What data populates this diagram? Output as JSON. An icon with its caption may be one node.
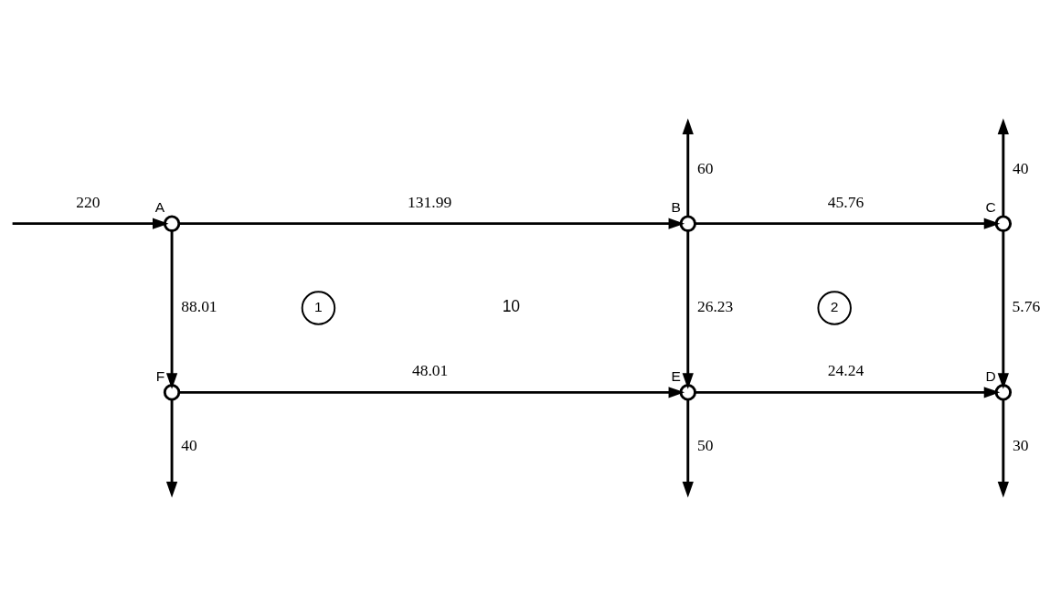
{
  "diagram": {
    "nodes": [
      {
        "text": [],
        "shape": "circle",
        "beside": [
          "A"
        ]
      },
      {
        "text": [],
        "shape": "circle",
        "beside": [
          "B"
        ]
      },
      {
        "text": [],
        "shape": "circle",
        "beside": [
          "C"
        ]
      },
      {
        "text": [
          "1"
        ]
      },
      {
        "text": [
          "2"
        ]
      },
      {
        "text": [],
        "shape": "circle",
        "beside": [
          "F"
        ]
      },
      {
        "text": [],
        "shape": "circle",
        "beside": [
          "E"
        ]
      },
      {
        "text": [],
        "shape": "circle",
        "beside": [
          "D"
        ]
      }
    ],
    "edges": [
      {
        "from": 0,
        "to": 1,
        "arrow": "to",
        "label": "131.99"
      },
      {
        "from": 1,
        "to": 2,
        "arrow": "to",
        "label": "45.76"
      },
      {
        "from": 0,
        "to": 5,
        "arrow": "to",
        "label": "88.01"
      },
      {
        "from": 1,
        "to": 6,
        "arrow": "to",
        "label": "26.23"
      },
      {
        "from": 2,
        "to": 7,
        "arrow": "to",
        "label": "5.76"
      },
      {
        "from": 5,
        "to": 6,
        "arrow": "to",
        "label": "48.01"
      },
      {
        "from": 6,
        "to": 7,
        "arrow": "to",
        "label": "24.24"
      },
      {
        "from": null,
        "to": 0,
        "arrow": "to",
        "label": "220"
      },
      {
        "from": 1,
        "to": null,
        "arrow": "to",
        "label": "60"
      },
      {
        "from": 2,
        "to": null,
        "arrow": "to",
        "label": "40"
      },
      {
        "from": 5,
        "to": null,
        "arrow": "to",
        "label": "40"
      },
      {
        "from": 6,
        "to": null,
        "arrow": "to",
        "label": "50"
      },
      {
        "from": 7,
        "to": null,
        "arrow": "to",
        "label": "30"
      }
    ],
    "labels": [
      "10"
    ]
  }
}
